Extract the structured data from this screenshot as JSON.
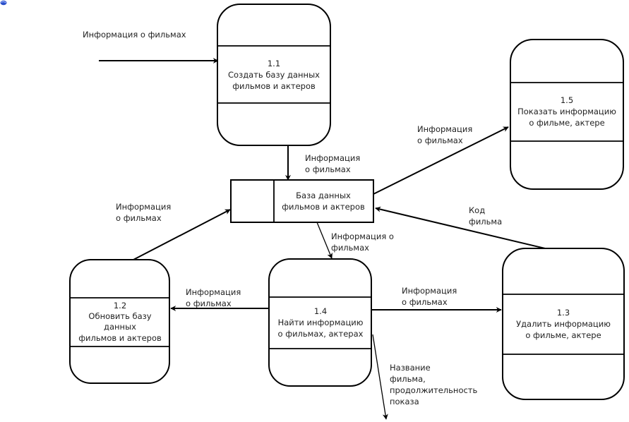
{
  "corner_icon": "app-logo-icon",
  "colors": {
    "stroke": "#000000",
    "text": "#222222",
    "background": "#ffffff",
    "logo": "#2a4fc9"
  },
  "processes": [
    {
      "id": "p11",
      "number": "1.1",
      "lines": [
        "Создать базу данных",
        "фильмов и актеров"
      ]
    },
    {
      "id": "p15",
      "number": "1.5",
      "lines": [
        "Показать информацию",
        "о фильме, актере"
      ]
    },
    {
      "id": "p12",
      "number": "1.2",
      "lines": [
        "Обновить базу",
        "данных",
        "фильмов и актеров"
      ]
    },
    {
      "id": "p14",
      "number": "1.4",
      "lines": [
        "Найти информацию",
        "о фильмах, актерах"
      ]
    },
    {
      "id": "p13",
      "number": "1.3",
      "lines": [
        "Удалить информацию",
        "о фильме, актере"
      ]
    }
  ],
  "datastore": {
    "lines": [
      "База данных",
      "фильмов и актеров"
    ]
  },
  "flows": [
    {
      "id": "ext-to-11",
      "lines": [
        "Информация о фильмах"
      ]
    },
    {
      "id": "11-to-db",
      "lines": [
        "Информация",
        "о фильмах"
      ]
    },
    {
      "id": "db-to-15",
      "lines": [
        "Информация",
        "о фильмах"
      ]
    },
    {
      "id": "12-to-db",
      "lines": [
        "Информация",
        "о фильмах"
      ]
    },
    {
      "id": "13-to-db",
      "lines": [
        "Код",
        "фильма"
      ]
    },
    {
      "id": "db-to-14",
      "lines": [
        "Информация о",
        "фильмах"
      ]
    },
    {
      "id": "14-to-12",
      "lines": [
        "Информация",
        "о фильмах"
      ]
    },
    {
      "id": "14-to-13",
      "lines": [
        "Информация",
        "о фильмах"
      ]
    },
    {
      "id": "14-to-ext",
      "lines": [
        "Название",
        "фильма,",
        "продолжительность",
        "показа"
      ]
    }
  ]
}
